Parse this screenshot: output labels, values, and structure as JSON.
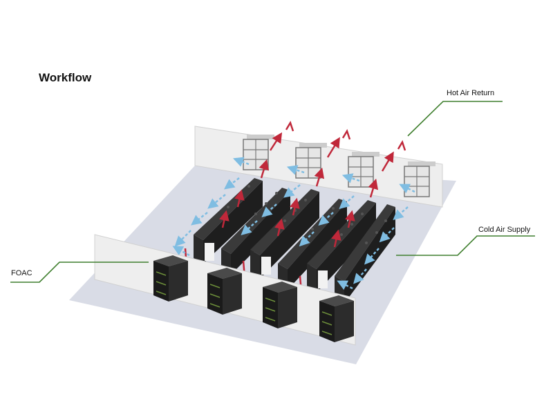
{
  "header": {
    "title": "Workflow"
  },
  "labels": {
    "hot_air_return": "Hot Air Return",
    "cold_air_supply": "Cold Air Supply",
    "foac": "FOAC"
  },
  "colors": {
    "leader_line": "#3f7f2e",
    "hot_air_arrow": "#c0283a",
    "cold_air_arrow": "#7fbde2",
    "floor": "#d9dce6",
    "wall": "#efefef",
    "rack": "#222222",
    "foac_unit_accent": "#6d8f3a"
  },
  "icons": [
    "hot-air-arrow-icon",
    "cold-air-arrow-icon",
    "rack-icon",
    "foac-unit-icon",
    "exhaust-vent-icon"
  ]
}
